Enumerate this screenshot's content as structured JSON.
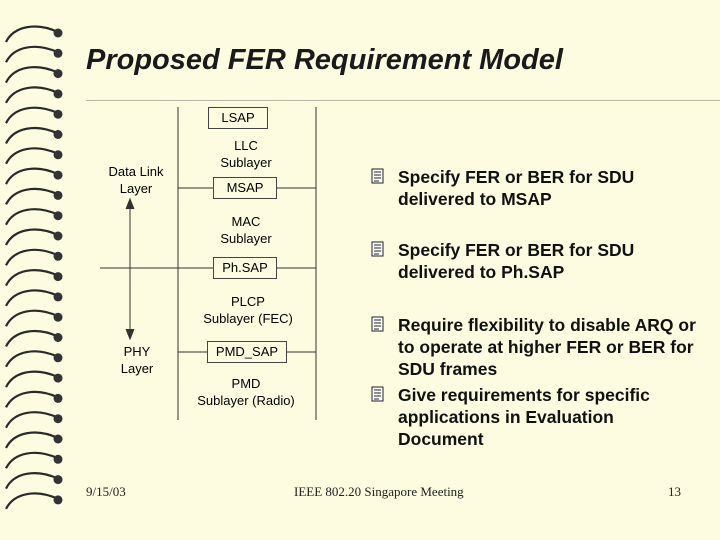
{
  "slide": {
    "title": "Proposed FER Requirement Model",
    "diagram": {
      "lsap": "LSAP",
      "data_link_layer": "Data Link\nLayer",
      "llc_sublayer": "LLC\nSublayer",
      "msap": "MSAP",
      "mac_sublayer": "MAC\nSublayer",
      "phsap": "Ph.SAP",
      "plcp_sublayer": "PLCP\nSublayer (FEC)",
      "phy_layer": "PHY\nLayer",
      "pmd_sap": "PMD_SAP",
      "pmd_sublayer": "PMD\nSublayer (Radio)"
    },
    "bullets": [
      "Specify FER or BER for SDU delivered to MSAP",
      "Specify FER or BER for SDU delivered to Ph.SAP",
      "Require flexibility to disable ARQ or to operate at higher FER or BER for SDU frames",
      "Give requirements for specific applications in Evaluation Document"
    ],
    "bullet_icon": "note-icon",
    "footer": {
      "date": "9/15/03",
      "meeting": "IEEE 802.20 Singapore Meeting",
      "page": "13"
    }
  }
}
